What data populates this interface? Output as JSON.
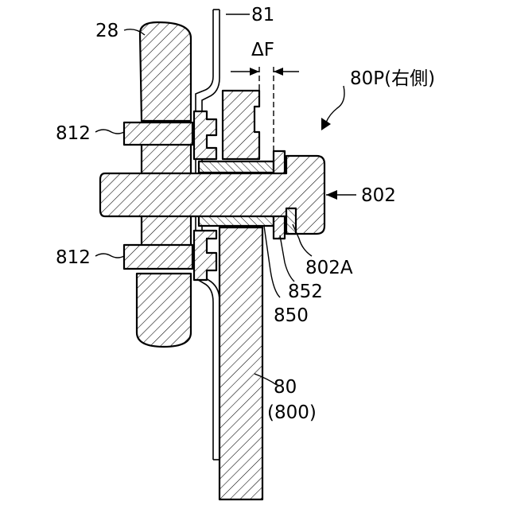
{
  "labels": {
    "wheel": "28",
    "bracket": "81",
    "delta": "ΔF",
    "assembly": "80P(右側)",
    "stud_top": "812",
    "stud_bottom": "812",
    "bolt": "802",
    "bolt_sub": "802A",
    "washer": "852",
    "bushing": "850",
    "arm": "80",
    "arm_alt": "(800)"
  }
}
